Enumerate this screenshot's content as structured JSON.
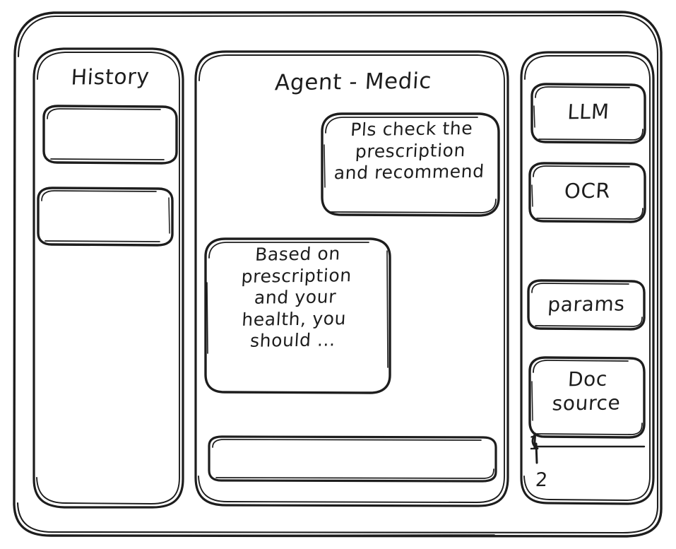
{
  "window": {
    "style": "hand-drawn-wireframe",
    "ink_color": "#1d1d1d",
    "background_color": "#ffffff"
  },
  "sidebar_left": {
    "title": "History",
    "items": [
      {
        "label": "",
        "name": "history-item-1"
      },
      {
        "label": "",
        "name": "history-item-2"
      }
    ]
  },
  "main": {
    "title": "Agent - Medic",
    "messages": [
      {
        "role": "user",
        "text": "Pls check the\nprescription\nand recommend"
      },
      {
        "role": "agent",
        "text": "Based on\nprescription\nand your\nhealth, you\nshould ..."
      }
    ],
    "composer": {
      "value": "",
      "placeholder": ""
    }
  },
  "sidebar_right": {
    "buttons": [
      {
        "label": "LLM",
        "name": "llm-button"
      },
      {
        "label": "OCR",
        "name": "ocr-button"
      },
      {
        "label": "params",
        "name": "params-button"
      },
      {
        "label": "Doc\nsource",
        "name": "doc-source-button"
      }
    ],
    "doc_list": [
      {
        "label": "1"
      },
      {
        "label": "2"
      }
    ]
  }
}
